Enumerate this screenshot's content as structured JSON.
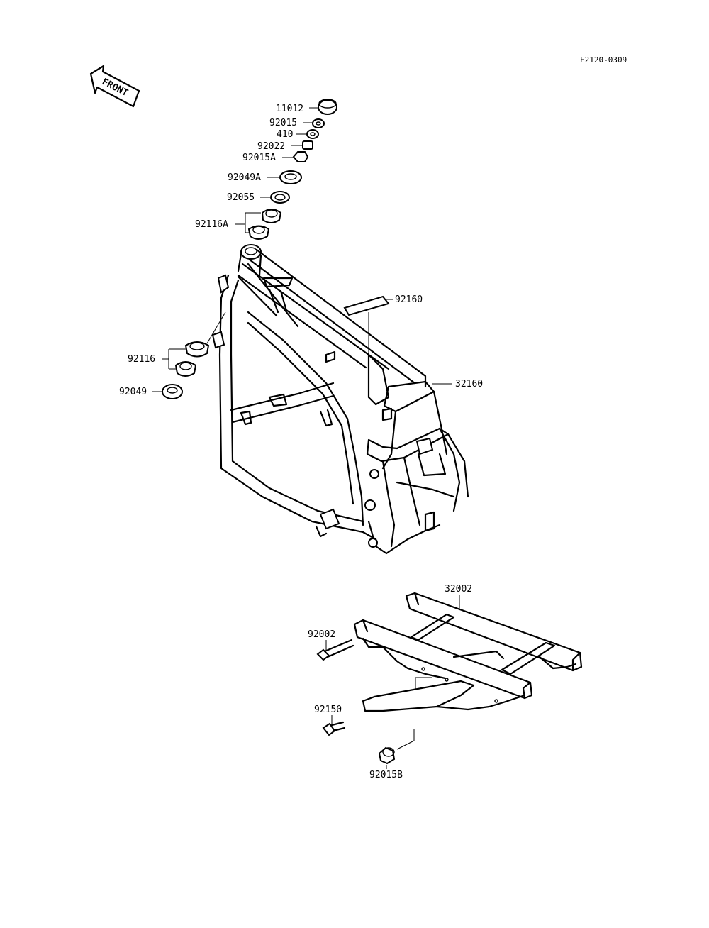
{
  "drawing_code": "F2120-0309",
  "front_label": "FRONT",
  "parts": {
    "p11012": "11012",
    "p92015": "92015",
    "p410": "410",
    "p92022": "92022",
    "p92015A": "92015A",
    "p92049A": "92049A",
    "p92055": "92055",
    "p92116A": "92116A",
    "p92160": "92160",
    "p32160": "32160",
    "p92116": "92116",
    "p92049": "92049",
    "p32002": "32002",
    "p92002": "92002",
    "p92150": "92150",
    "p92015B": "92015B"
  }
}
